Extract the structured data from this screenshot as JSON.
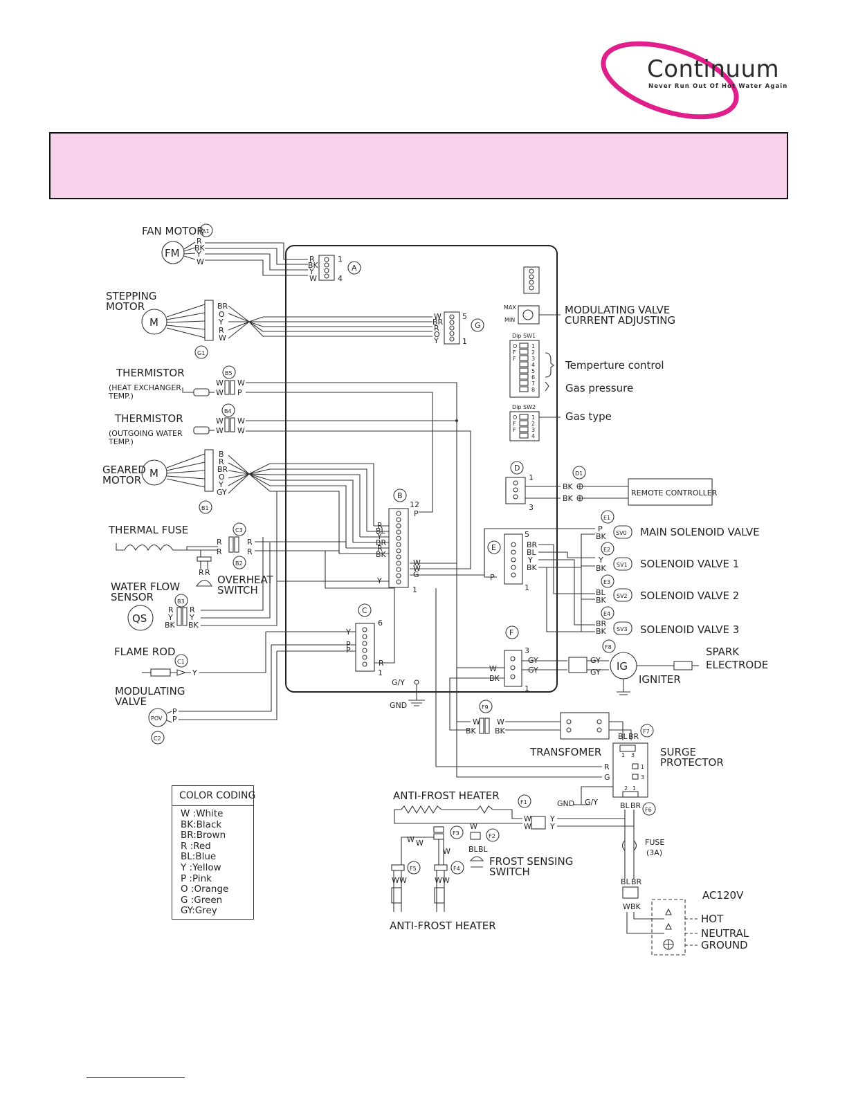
{
  "logo": {
    "brand": "Continuum",
    "tagline": "Never Run Out Of Hot Water Again",
    "accent": "#e0208a"
  },
  "banner": {
    "color": "#f8d1ea"
  },
  "components": {
    "fan_motor": "FAN MOTOR",
    "fan_motor_id": "A1",
    "fm": "FM",
    "stepping_motor_1": "STEPPING",
    "stepping_motor_2": "MOTOR",
    "stepping_motor_id": "G1",
    "thermistor_hx_title": "THERMISTOR",
    "thermistor_hx_1": "(HEAT EXCHANGER",
    "thermistor_hx_2": "TEMP.)",
    "thermistor_hx_id": "B5",
    "thermistor_ow_title": "THERMISTOR",
    "thermistor_ow_1": "(OUTGOING WATER",
    "thermistor_ow_2": "TEMP.)",
    "thermistor_ow_id": "B4",
    "geared_motor_1": "GEARED",
    "geared_motor_2": "MOTOR",
    "geared_motor_id": "B1",
    "thermal_fuse": "THERMAL FUSE",
    "thermal_fuse_id": "C3",
    "overheat_1": "OVERHEAT",
    "overheat_2": "SWITCH",
    "overheat_id": "B2",
    "water_flow_1": "WATER FLOW",
    "water_flow_2": "SENSOR",
    "water_flow_id": "B3",
    "qs": "QS",
    "flame_rod": "FLAME ROD",
    "flame_rod_id": "C1",
    "modulating_valve_1": "MODULATING",
    "modulating_valve_2": "VALVE",
    "modulating_valve_id": "C2",
    "pov": "POV",
    "mod_valve_adj_1": "MODULATING VALVE",
    "mod_valve_adj_2": "CURRENT ADJUSTING",
    "max": "MAX",
    "min": "MIN",
    "dipsw1": "Dip SW1",
    "dipsw2": "Dip SW2",
    "off": "OFF",
    "temp_control": "Temperture control",
    "gas_pressure": "Gas pressure",
    "gas_type": "Gas type",
    "remote_controller": "REMOTE CONTROLLER",
    "remote_id": "D1",
    "main_sv": "MAIN SOLENOID VALVE",
    "main_sv_id": "E1",
    "sv0": "SV0",
    "sv1_label": "SOLENOID VALVE 1",
    "sv1_id": "E2",
    "sv1": "SV1",
    "sv2_label": "SOLENOID VALVE 2",
    "sv2_id": "E3",
    "sv2": "SV2",
    "sv3_label": "SOLENOID VALVE 3",
    "sv3_id": "E4",
    "sv3": "SV3",
    "spark_1": "SPARK",
    "spark_2": "ELECTRODE",
    "igniter": "IGNITER",
    "ig": "IG",
    "igniter_id": "F8",
    "transformer": "TRANSFOMER",
    "transformer_id": "F7",
    "f9": "F9",
    "surge_1": "SURGE",
    "surge_2": "PROTECTOR",
    "surge_id": "F6",
    "gy_label": "G/Y",
    "gnd": "GND",
    "anti_frost_top": "ANTI-FROST HEATER",
    "anti_frost_bottom": "ANTI-FROST HEATER",
    "f1": "F1",
    "f2": "F2",
    "f3": "F3",
    "f4": "F4",
    "f5": "F5",
    "frost_switch_1": "FROST SENSING",
    "frost_switch_2": "SWITCH",
    "fuse_1": "FUSE",
    "fuse_2": "(3A)",
    "ac": "AC120V",
    "hot": "HOT",
    "neutral": "NEUTRAL",
    "ground": "GROUND"
  },
  "connectors": {
    "A": "A",
    "B": "B",
    "C": "C",
    "D": "D",
    "E": "E",
    "F": "F",
    "G": "G",
    "a_pin1": "1",
    "a_pin4": "4",
    "g_pin5": "5",
    "g_pin1": "1",
    "b_pin12": "12",
    "b_pin1": "1",
    "c_pin6": "6",
    "c_pin1": "1",
    "d_pin1": "1",
    "d_pin3": "3",
    "e_pin5": "5",
    "e_pin1": "1",
    "f_pin3": "3",
    "f_pin1": "1"
  },
  "color_coding": {
    "title": "COLOR CODING",
    "items": [
      "W :White",
      "BK:Black",
      "BR:Brown",
      "R :Red",
      "BL:Blue",
      "Y :Yellow",
      "P :Pink",
      "O :Orange",
      "G :Green",
      "GY:Grey"
    ]
  }
}
